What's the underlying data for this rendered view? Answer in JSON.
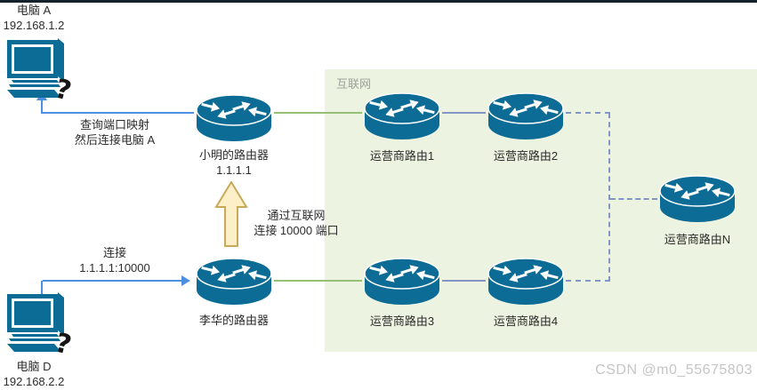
{
  "internet": {
    "label": "互联网"
  },
  "nodes": {
    "computer_a": {
      "name": "电脑 A",
      "ip": "192.168.1.2"
    },
    "computer_d": {
      "name": "电脑 D",
      "ip": "192.168.2.2"
    },
    "router_xiaoming": {
      "label": "小明的路由器",
      "ip": "1.1.1.1"
    },
    "router_lihua": {
      "label": "李华的路由器"
    },
    "isp_router_1": {
      "label": "运营商路由1"
    },
    "isp_router_2": {
      "label": "运营商路由2"
    },
    "isp_router_3": {
      "label": "运营商路由3"
    },
    "isp_router_4": {
      "label": "运营商路由4"
    },
    "isp_router_n": {
      "label": "运营商路由N"
    }
  },
  "annotations": {
    "query_port_mapping": {
      "line1": "查询端口映射",
      "line2": "然后连接电脑 A"
    },
    "connect_request": {
      "line1": "连接",
      "line2": "1.1.1.1:10000"
    },
    "via_internet": {
      "line1": "通过互联网",
      "line2": "连接 10000 端口"
    }
  },
  "watermark": "CSDN @m0_55675803",
  "colors": {
    "node_fill": "#0c6c96",
    "internet_bg": "#edf3e1",
    "internet_label": "#9aa29a",
    "connection_blue": "#4d8fe0",
    "link_green": "#97c077",
    "link_slate": "#8295c5",
    "big_arrow_fill": "#fdf0c9",
    "big_arrow_stroke": "#c8a958",
    "text": "#2d2d2d",
    "watermark": "#c5c5c5",
    "top_border": "#15222e"
  }
}
